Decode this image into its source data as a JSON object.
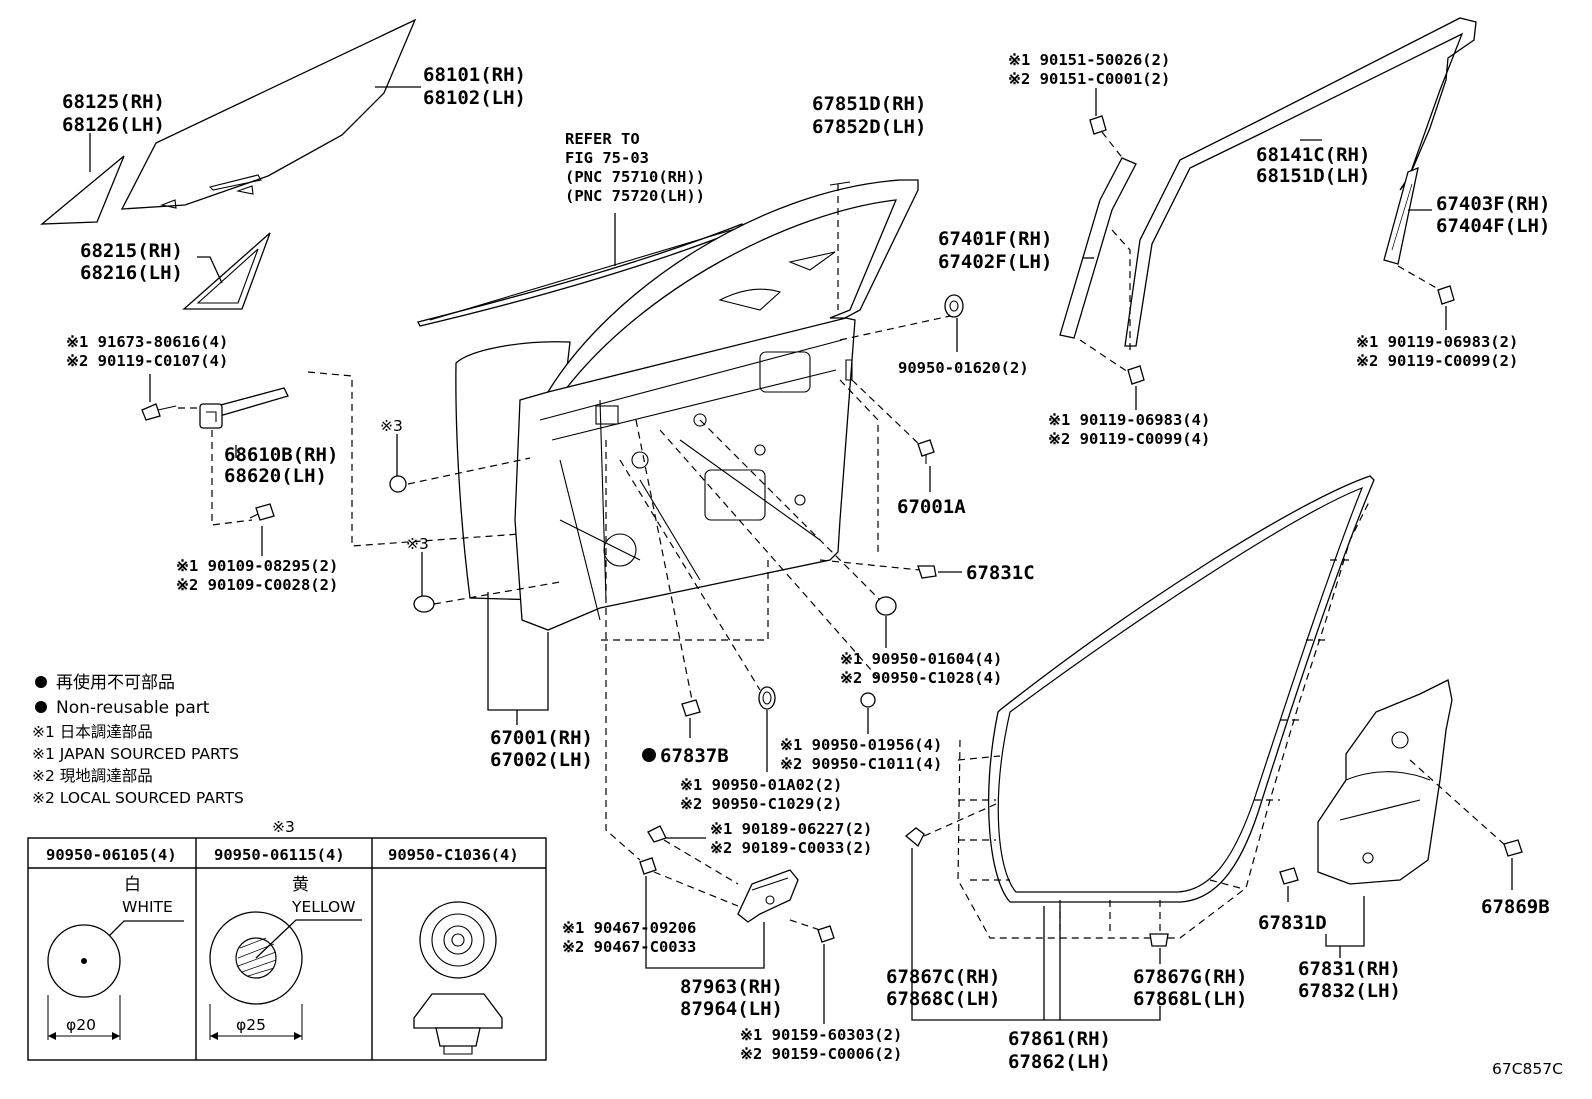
{
  "parts": {
    "p68125": "68125(RH)",
    "p68126": "68126(LH)",
    "p68101": "68101(RH)",
    "p68102": "68102(LH)",
    "p68215": "68215(RH)",
    "p68216": "68216(LH)",
    "refer1": "REFER TO",
    "refer2": "FIG 75-03",
    "refer3": "(PNC 75710(RH))",
    "refer4": "(PNC 75720(LH))",
    "p67851d": "67851D(RH)",
    "p67852d": "67852D(LH)",
    "p91673": "※1 91673-80616(4)",
    "p90119c0107": "※2 90119-C0107(4)",
    "p68610b": "68610B(RH)",
    "p68620": "68620(LH)",
    "p90109a": "※1 90109-08295(2)",
    "p90109b": "※2 90109-C0028(2)",
    "mark3a": "※3",
    "mark3b": "※3",
    "p67001": "67001(RH)",
    "p67002": "67002(LH)",
    "p67837b": "67837B",
    "p90950_01a02": "※1 90950-01A02(2)",
    "p90950_c1029": "※2 90950-C1029(2)",
    "p90950_01604": "※1 90950-01604(4)",
    "p90950_c1028": "※2 90950-C1028(4)",
    "p90950_01956": "※1 90950-01956(4)",
    "p90950_c1011": "※2 90950-C1011(4)",
    "p90950_01620": "90950-01620(2)",
    "p67001a": "67001A",
    "p67831c": "67831C",
    "p90151a": "※1 90151-50026(2)",
    "p90151b": "※2 90151-C0001(2)",
    "p68141c": "68141C(RH)",
    "p68151d": "68151D(LH)",
    "p67401f": "67401F(RH)",
    "p67402f": "67402F(LH)",
    "p67403f": "67403F(RH)",
    "p67404f": "67404F(LH)",
    "p90119r1": "※1 90119-06983(2)",
    "p90119r2": "※2 90119-C0099(2)",
    "p90119m1": "※1 90119-06983(4)",
    "p90119m2": "※2 90119-C0099(4)",
    "p90189a": "※1 90189-06227(2)",
    "p90189b": "※2 90189-C0033(2)",
    "p90467a": "※1 90467-09206",
    "p90467b": "※2 90467-C0033",
    "p87963": "87963(RH)",
    "p87964": "87964(LH)",
    "p90159a": "※1 90159-60303(2)",
    "p90159b": "※2 90159-C0006(2)",
    "p67867c": "67867C(RH)",
    "p67868c": "67868C(LH)",
    "p67867g": "67867G(RH)",
    "p67868l": "67868L(LH)",
    "p67861": "67861(RH)",
    "p67862": "67862(LH)",
    "p67831d": "67831D",
    "p67831": "67831(RH)",
    "p67832": "67832(LH)",
    "p67869b": "67869B"
  },
  "legend": {
    "line1": "再使用不可部品",
    "line2": "Non-reusable part",
    "line3": "※1 日本調達部品",
    "line4": "※1 JAPAN SOURCED PARTS",
    "line5": "※2 現地調達部品",
    "line6": "※2 LOCAL SOURCED PARTS"
  },
  "table": {
    "mark": "※3",
    "headers": [
      "90950-06105(4)",
      "90950-06115(4)",
      "90950-C1036(4)"
    ],
    "col1_jp": "白",
    "col1_en": "WHITE",
    "col1_dim": "φ20",
    "col2_jp": "黄",
    "col2_en": "YELLOW",
    "col2_dim": "φ25"
  },
  "figure_code": "67C857C"
}
